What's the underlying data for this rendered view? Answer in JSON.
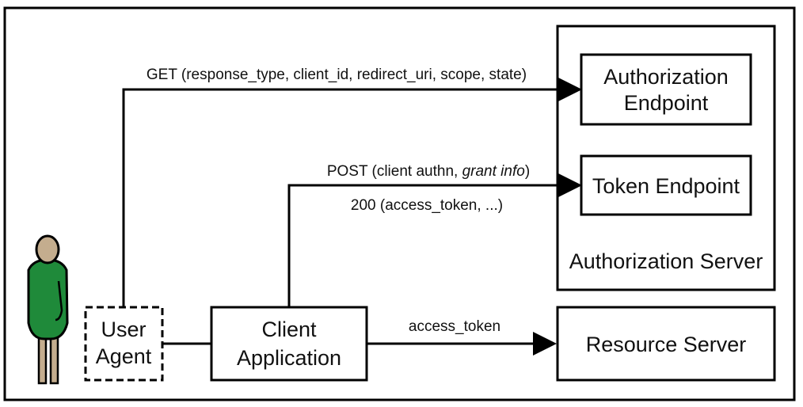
{
  "authorization_server": {
    "title": "Authorization Server",
    "authorization_endpoint": {
      "line1": "Authorization",
      "line2": "Endpoint"
    },
    "token_endpoint": "Token Endpoint"
  },
  "resource_server": {
    "label": "Resource Server"
  },
  "client_application": {
    "line1": "Client",
    "line2": "Application"
  },
  "user_agent": {
    "line1": "User",
    "line2": "Agent"
  },
  "flows": {
    "get_request": "GET (response_type, client_id, redirect_uri, scope, state)",
    "post_request_prefix": "POST (client authn, ",
    "post_request_italic": "grant info",
    "post_request_suffix": ")",
    "token_response": "200 (access_token, ...)",
    "access_token": "access_token"
  },
  "person_icon": "person-icon",
  "colors": {
    "person_body": "#1f8a3a",
    "person_skin": "#c4ad8e",
    "line": "#000000"
  }
}
